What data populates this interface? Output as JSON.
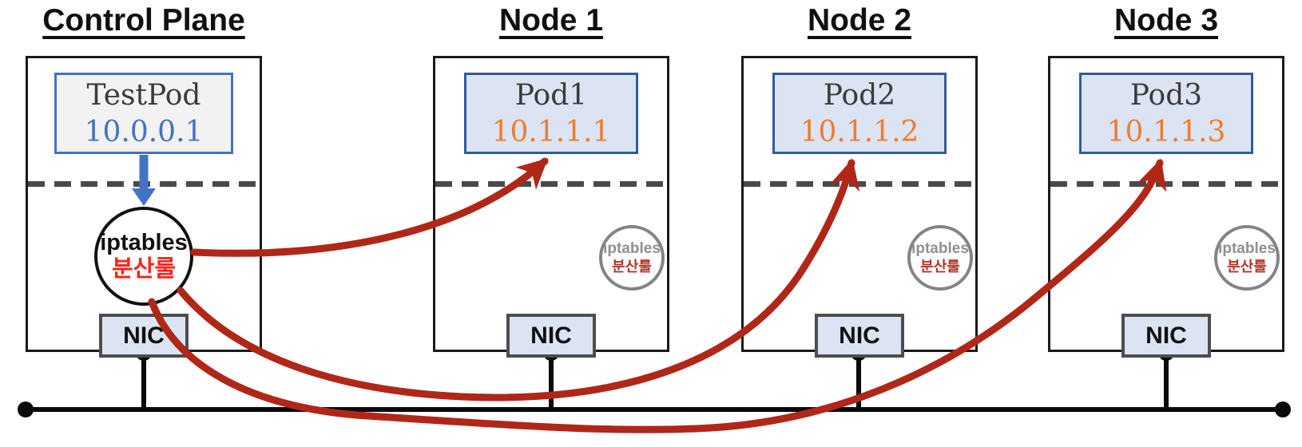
{
  "nodes": [
    {
      "title": "Control Plane",
      "pod": {
        "name": "TestPod",
        "ip": "10.0.0.1"
      },
      "iptables": {
        "label": "iptables",
        "rule": "분산룰"
      },
      "nic_label": "NIC"
    },
    {
      "title": "Node 1",
      "pod": {
        "name": "Pod1",
        "ip": "10.1.1.1"
      },
      "iptables": {
        "label": "iptables",
        "rule": "분산룰"
      },
      "nic_label": "NIC"
    },
    {
      "title": "Node 2",
      "pod": {
        "name": "Pod2",
        "ip": "10.1.1.2"
      },
      "iptables": {
        "label": "iptables",
        "rule": "분산룰"
      },
      "nic_label": "NIC"
    },
    {
      "title": "Node 3",
      "pod": {
        "name": "Pod3",
        "ip": "10.1.1.3"
      },
      "iptables": {
        "label": "iptables",
        "rule": "분산룰"
      },
      "nic_label": "NIC"
    }
  ],
  "flows": [
    {
      "from": "TestPod",
      "to": "iptables 분산룰 (Control Plane)",
      "style": "blue-arrow"
    },
    {
      "from": "iptables 분산룰 (Control Plane)",
      "to": "Pod1 10.1.1.1",
      "style": "red-curve"
    },
    {
      "from": "iptables 분산룰 (Control Plane)",
      "to": "Pod2 10.1.1.2",
      "style": "red-curve"
    },
    {
      "from": "iptables 분산룰 (Control Plane)",
      "to": "Pod3 10.1.1.3",
      "style": "red-curve"
    }
  ],
  "colors": {
    "pod_fill": "#dce4f3",
    "testpod_fill": "#f2f2f2",
    "pod_border_blue": "#35599f",
    "ip_blue": "#4472c4",
    "ip_orange": "#ed7d31",
    "arrow_red": "#b02718",
    "rule_red_bright": "#fe2419",
    "rule_red_dark": "#b1342a",
    "circle_gray": "#848484",
    "nic_fill": "#dce4f3",
    "dash_gray": "#4a4a4a"
  }
}
